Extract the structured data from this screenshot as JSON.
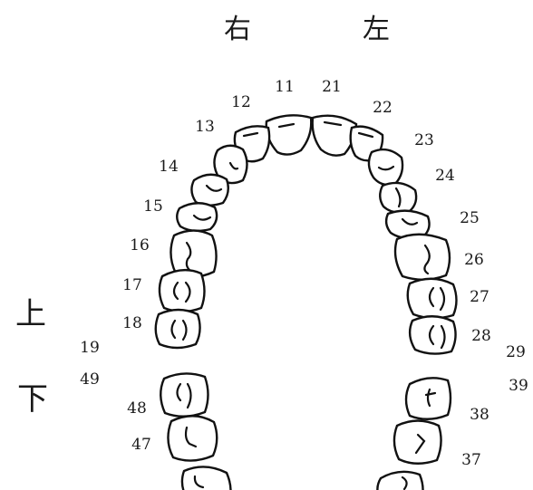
{
  "header": {
    "right_label": "右",
    "left_label": "左"
  },
  "jaw_labels": {
    "upper": "上",
    "lower": "下"
  },
  "upper_right_teeth": [
    "11",
    "12",
    "13",
    "14",
    "15",
    "16",
    "17",
    "18"
  ],
  "upper_left_teeth": [
    "21",
    "22",
    "23",
    "24",
    "25",
    "26",
    "27",
    "28"
  ],
  "lower_right_teeth": [
    "48",
    "47"
  ],
  "lower_left_teeth": [
    "38",
    "37"
  ],
  "unlabeled_positions": [
    "19",
    "29",
    "49",
    "39"
  ],
  "colors": {
    "ink": "#111111",
    "background": "#ffffff"
  }
}
